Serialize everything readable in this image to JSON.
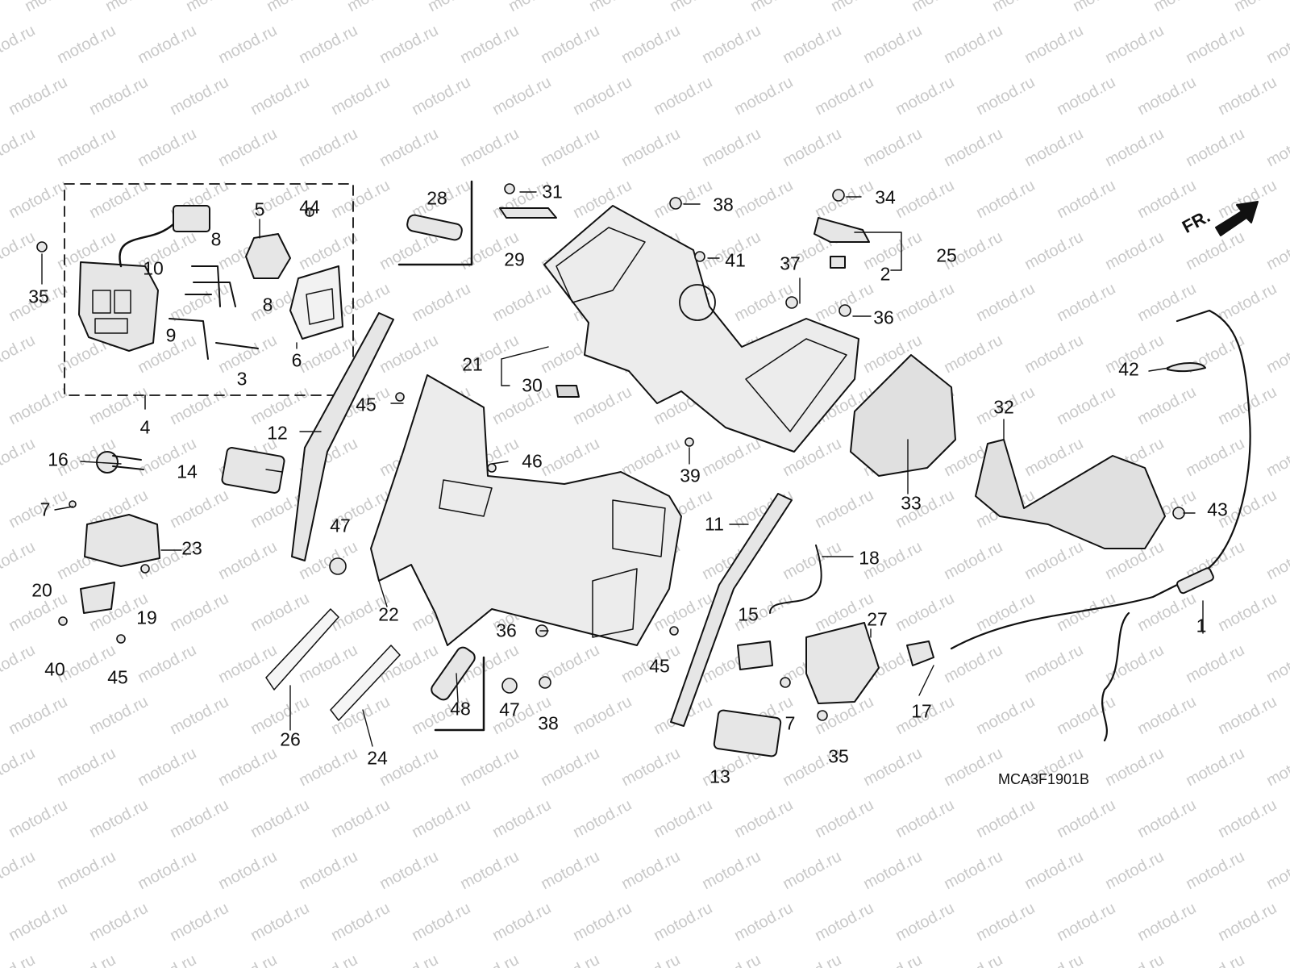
{
  "diagram": {
    "code": "MCA3F1901B",
    "direction_label": "FR.",
    "watermark": "motod.ru",
    "part_numbers": [
      "1",
      "2",
      "3",
      "4",
      "5",
      "6",
      "7",
      "8",
      "9",
      "10",
      "11",
      "12",
      "13",
      "14",
      "15",
      "16",
      "17",
      "18",
      "19",
      "20",
      "21",
      "22",
      "23",
      "24",
      "25",
      "26",
      "27",
      "28",
      "29",
      "30",
      "31",
      "32",
      "33",
      "34",
      "35",
      "36",
      "37",
      "38",
      "39",
      "40",
      "41",
      "42",
      "43",
      "44",
      "45",
      "46",
      "47",
      "48"
    ]
  },
  "colors": {
    "ink": "#111111",
    "watermark": "#c9c9c9",
    "panel_fill": "#e6e6e6",
    "background": "#ffffff"
  },
  "icons": [
    "front-direction-arrow-icon"
  ]
}
